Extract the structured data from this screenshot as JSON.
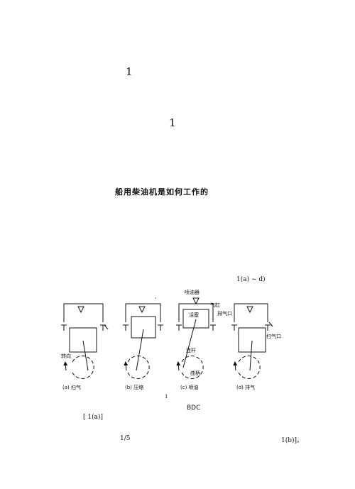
{
  "heading1": "1",
  "heading2": "1",
  "title": "船用柴油机是如何工作的",
  "fig_ref": "1(a) ~  d)",
  "labels": {
    "injector": "喷油器",
    "cylinder": "气缸",
    "piston": "活塞",
    "exhaust_port": "排气口",
    "scavenge_port": "扫气口",
    "rotation": "转向",
    "conrod": "连杆",
    "crank": "曲柄",
    "mark": "‘"
  },
  "captions": [
    "(a) 扫气",
    "(b) 压缩",
    "(c) 喷油",
    "(d) 排气"
  ],
  "fig_number": "1",
  "bdc": "BDC",
  "bracket": "[    1(a)]",
  "page_num": "1/5",
  "ref_b": "1(b)]。"
}
